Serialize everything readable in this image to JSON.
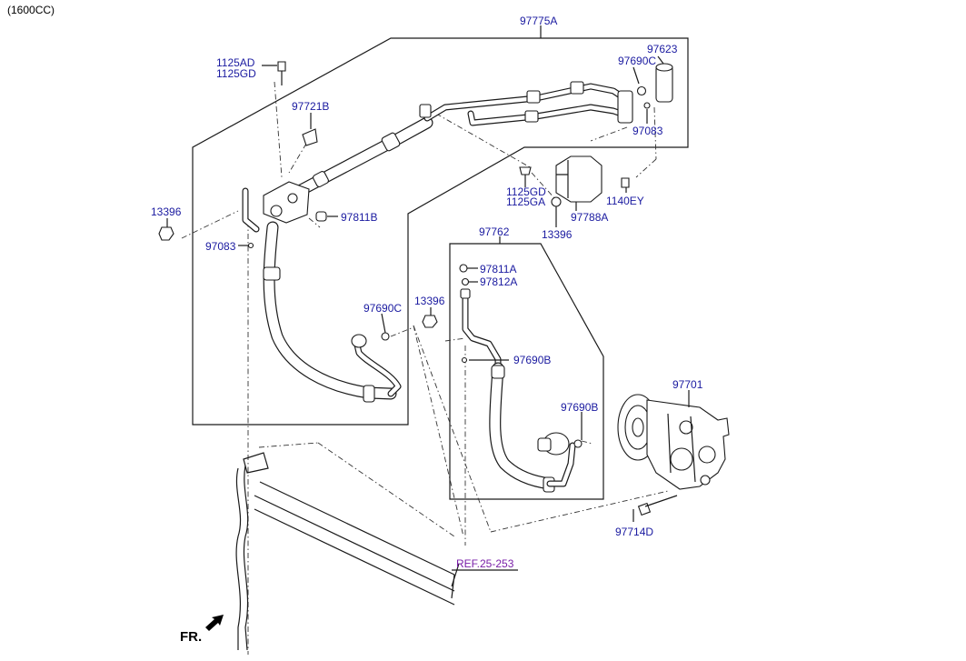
{
  "header": {
    "variant": "(1600CC)"
  },
  "labels": {
    "assy_main": "97775A",
    "bolt_upper_a": "1125AD",
    "bolt_upper_b": "1125GD",
    "p_97721B": "97721B",
    "p_97623": "97623",
    "p_97690C_top": "97690C",
    "p_97083_top": "97083",
    "p_13396_left": "13396",
    "p_97811B": "97811B",
    "p_97083_left": "97083",
    "bolt_mid_a": "1125GD",
    "bolt_mid_b": "1125GA",
    "p_13396_mid": "13396",
    "p_97788A": "97788A",
    "p_1140EY": "1140EY",
    "assy_suction": "97762",
    "p_97811A": "97811A",
    "p_97812A": "97812A",
    "p_13396_low": "13396",
    "p_97690C_low": "97690C",
    "p_97690B_a": "97690B",
    "p_97690B_b": "97690B",
    "p_97701": "97701",
    "p_97714D": "97714D",
    "ref": "REF.25-253",
    "front": "FR."
  },
  "colors": {
    "label": "#1a1aa0",
    "ref": "#7a1fa8",
    "line": "#1a1a1a"
  }
}
